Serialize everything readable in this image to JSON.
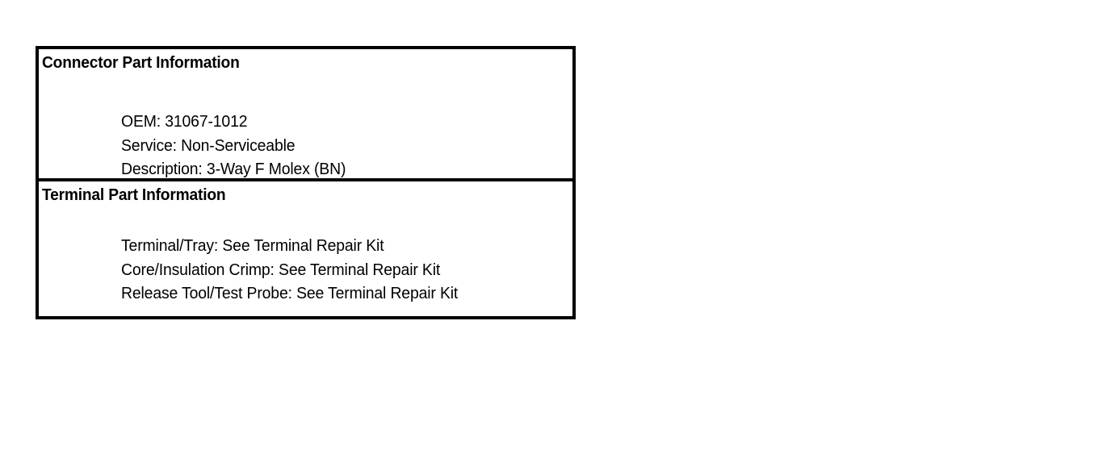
{
  "document": {
    "background_color": "#ffffff",
    "border_color": "#000000",
    "text_color": "#000000"
  },
  "table": {
    "sections": [
      {
        "id": "connector",
        "heading": "Connector Part Information",
        "lines": [
          "OEM: 31067-1012",
          "Service: Non-Serviceable",
          "Description: 3-Way F Molex (BN)"
        ]
      },
      {
        "id": "terminal",
        "heading": "Terminal Part Information",
        "lines": [
          "Terminal/Tray: See Terminal Repair Kit",
          "Core/Insulation Crimp: See Terminal Repair Kit",
          "Release Tool/Test Probe: See Terminal Repair Kit"
        ]
      }
    ]
  }
}
